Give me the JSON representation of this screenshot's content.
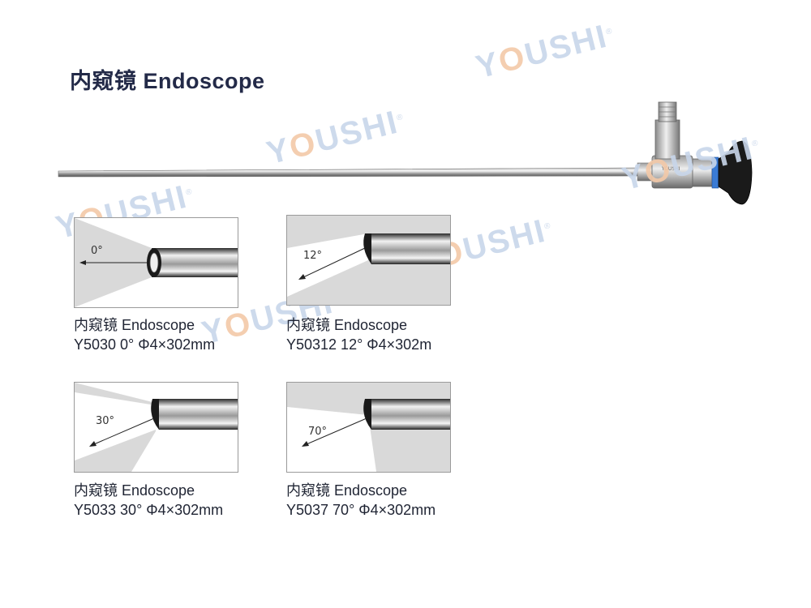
{
  "title": "内窥镜 Endoscope",
  "watermark": {
    "text_a": "Y",
    "text_o": "O",
    "text_b": "USHI",
    "reg": "®",
    "color": "#c8d6ea",
    "accent": "#f3c9a8"
  },
  "product": {
    "brand_label": "YOUSHI"
  },
  "models": [
    {
      "name": "内窥镜 Endoscope",
      "spec": "Y5030  0° Φ4×302mm",
      "angle_label": "0°"
    },
    {
      "name": "内窥镜 Endoscope",
      "spec": "Y50312  12° Φ4×302m",
      "angle_label": "12°"
    },
    {
      "name": "内窥镜 Endoscope",
      "spec": "Y5033  30° Φ4×302mm",
      "angle_label": "30°"
    },
    {
      "name": "内窥镜 Endoscope",
      "spec": "Y5037  70° Φ4×302mm",
      "angle_label": "70°"
    }
  ]
}
